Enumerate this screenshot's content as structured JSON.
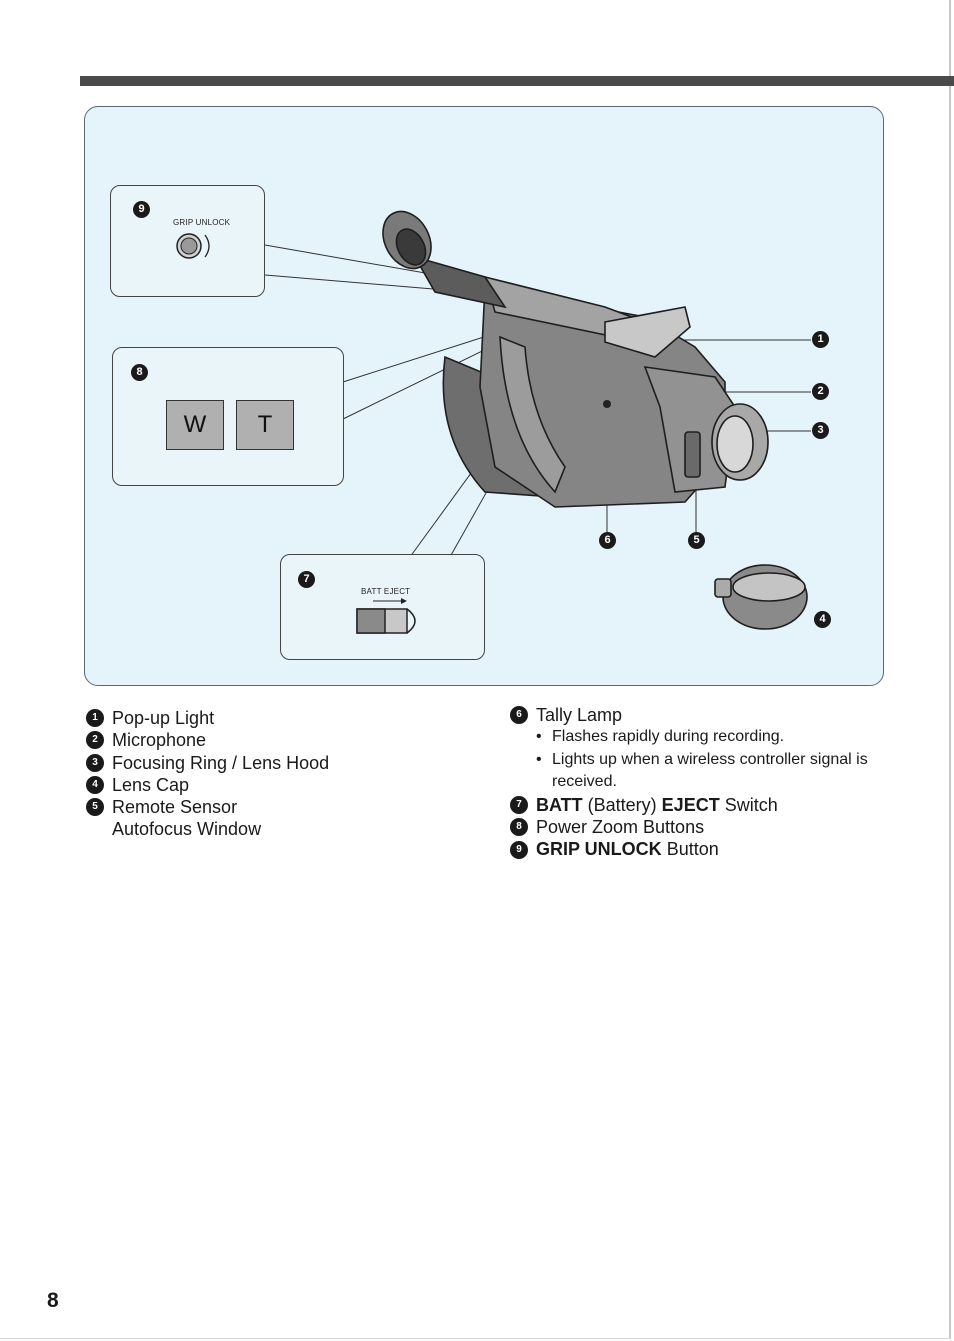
{
  "figure": {
    "callouts": {
      "grip_unlock_label": "GRIP UNLOCK",
      "batt_eject_label": "BATT EJECT",
      "zoom_w": "W",
      "zoom_t": "T"
    },
    "markers": [
      "1",
      "2",
      "3",
      "4",
      "5",
      "6",
      "7",
      "8",
      "9"
    ]
  },
  "legend_left": [
    {
      "num": "1",
      "text": "Pop-up Light"
    },
    {
      "num": "2",
      "text": "Microphone"
    },
    {
      "num": "3",
      "text": "Focusing Ring / Lens Hood"
    },
    {
      "num": "4",
      "text": "Lens Cap"
    },
    {
      "num": "5",
      "text": "Remote Sensor"
    }
  ],
  "legend_left_cont": "Autofocus Window",
  "legend_right": {
    "item6": {
      "num": "6",
      "text": "Tally Lamp"
    },
    "item6_bullets": [
      "Flashes rapidly during recording.",
      "Lights up when a wireless controller signal is"
    ],
    "item6_bullet_cont": "received.",
    "item7": {
      "num": "7",
      "bold1": "BATT",
      "normal1": " (Battery) ",
      "bold2": "EJECT",
      "normal2": " Switch"
    },
    "item8": {
      "num": "8",
      "text": "Power Zoom Buttons"
    },
    "item9": {
      "num": "9",
      "bold": "GRIP UNLOCK",
      "normal": " Button"
    }
  },
  "page_number": "8"
}
